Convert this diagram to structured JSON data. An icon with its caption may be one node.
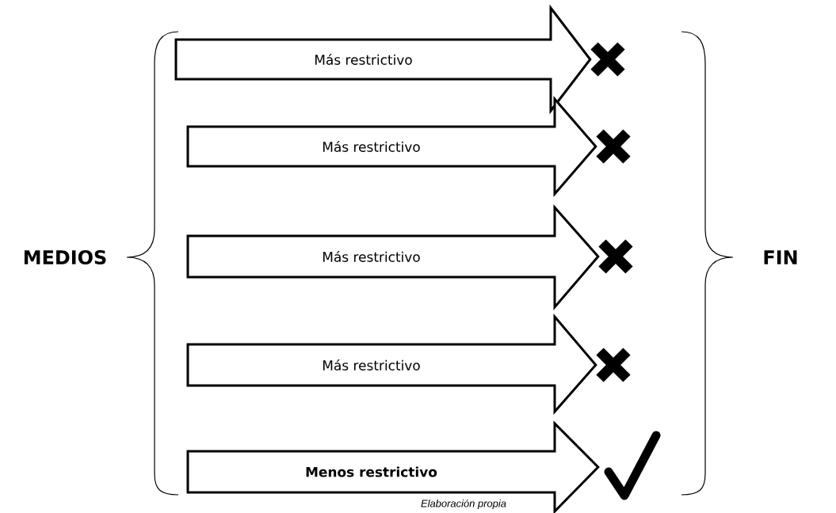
{
  "diagram": {
    "caption": "Elaboración propia",
    "nodes": [
      {
        "text": [],
        "shape": "cross"
      },
      {
        "text": [],
        "shape": "cross"
      },
      {
        "text": [],
        "shape": "cross"
      },
      {
        "text": [],
        "shape": "cross"
      },
      {
        "text": [],
        "shape": "check"
      }
    ],
    "edges": [
      {
        "from": null,
        "to": 0,
        "arrow": "to",
        "label": "Más restrictivo",
        "style": "thick"
      },
      {
        "from": null,
        "to": 1,
        "arrow": "to",
        "label": "Más restrictivo",
        "style": "thick"
      },
      {
        "from": null,
        "to": 2,
        "arrow": "to",
        "label": "Más restrictivo",
        "style": "thick"
      },
      {
        "from": null,
        "to": 3,
        "arrow": "to",
        "label": "Más restrictivo",
        "style": "thick"
      },
      {
        "from": null,
        "to": 4,
        "arrow": "to",
        "label": "Menos restrictivo",
        "style": "thick"
      }
    ],
    "labels": [
      "MEDIOS",
      "FIN"
    ]
  }
}
